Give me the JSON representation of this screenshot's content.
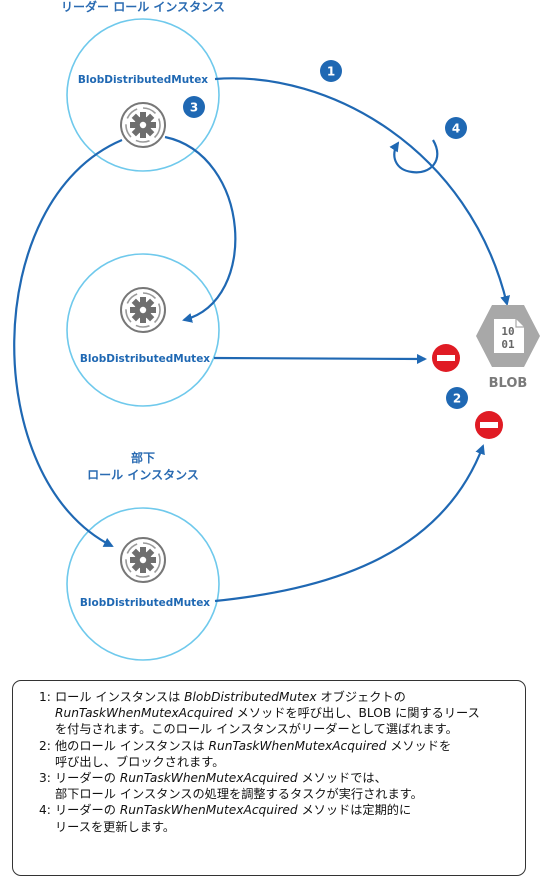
{
  "diagram": {
    "leader_title": "リーダー ロール インスタンス",
    "subordinate_title_line1": "部下",
    "subordinate_title_line2": "ロール インスタンス",
    "mutex_label_top": "BlobDistributedMutex",
    "mutex_label_middle": "BlobDistributedMutex",
    "mutex_label_bottom": "BlobDistributedMutex",
    "blob_label": "BLOB",
    "blob_icon_line1": "10",
    "blob_icon_line2": "01",
    "badges": [
      "1",
      "2",
      "3",
      "4"
    ],
    "colors": {
      "circle_fill": "#ffffff",
      "circle_stroke": "#6fc9ec",
      "arrow": "#1f68b3",
      "badge": "#1f68b3",
      "stop": "#e01b24",
      "hex": "#a8a8a8"
    }
  },
  "legend": {
    "items": [
      {
        "num": "1:",
        "lines": [
          {
            "a": "ロール インスタンスは ",
            "i": "BlobDistributedMutex",
            "b": " オブジェクトの"
          },
          {
            "a": "",
            "i": "RunTaskWhenMutexAcquired",
            "b": " メソッドを呼び出し、BLOB に関するリース"
          },
          {
            "a": "を付与されます。このロール インスタンスがリーダーとして選ばれます。",
            "i": "",
            "b": ""
          }
        ]
      },
      {
        "num": "2:",
        "lines": [
          {
            "a": "他のロール インスタンスは ",
            "i": "RunTaskWhenMutexAcquired",
            "b": " メソッドを"
          },
          {
            "a": "呼び出し、ブロックされます。",
            "i": "",
            "b": ""
          }
        ]
      },
      {
        "num": "3:",
        "lines": [
          {
            "a": "リーダーの ",
            "i": "RunTaskWhenMutexAcquired",
            "b": " メソッドでは、"
          },
          {
            "a": "部下ロール インスタンスの処理を調整するタスクが実行されます。",
            "i": "",
            "b": ""
          }
        ]
      },
      {
        "num": "4:",
        "lines": [
          {
            "a": "リーダーの ",
            "i": "RunTaskWhenMutexAcquired",
            "b": " メソッドは定期的に"
          },
          {
            "a": "リースを更新します。",
            "i": "",
            "b": ""
          }
        ]
      }
    ]
  }
}
